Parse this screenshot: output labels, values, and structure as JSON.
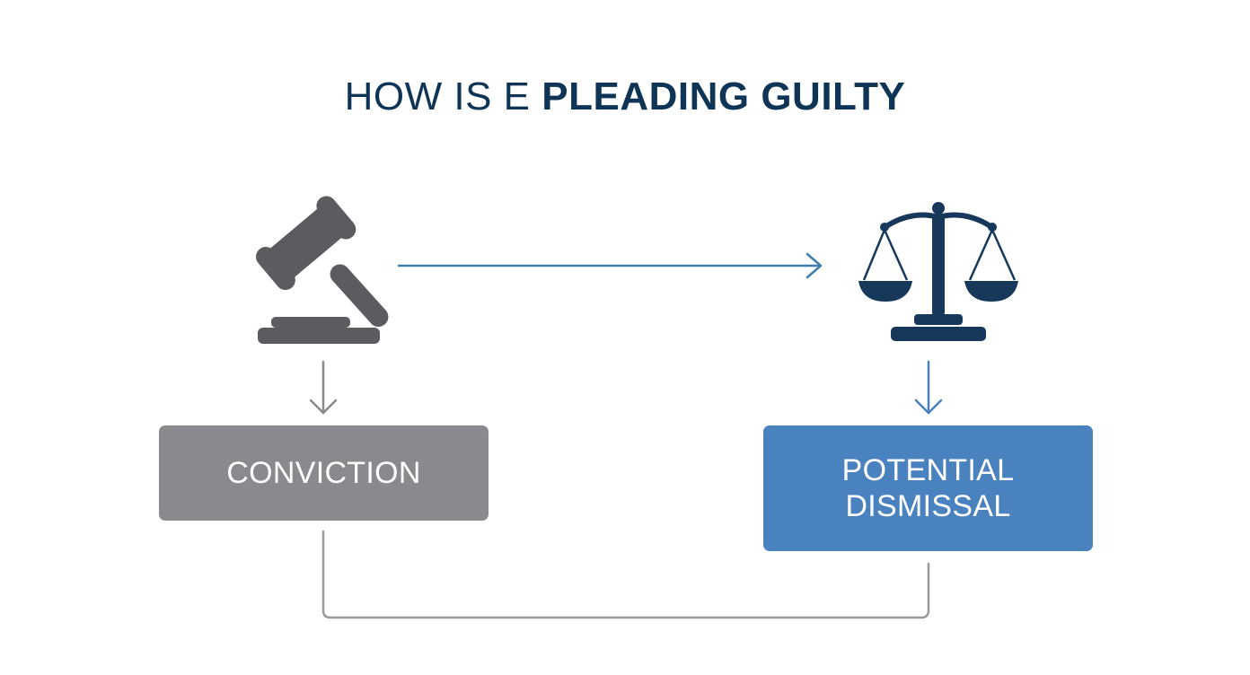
{
  "title": {
    "part1": "HOW IS E",
    "part2": "PLEADING GUILTY"
  },
  "nodes": {
    "conviction": {
      "label": "CONVICTION",
      "icon": "gavel-icon"
    },
    "dismissal": {
      "line1": "POTENTIAL",
      "line2": "DISMISSAL",
      "icon": "scales-icon"
    }
  },
  "colors": {
    "title": "#0f3556",
    "gavel": "#5b5c60",
    "scales": "#17385b",
    "conviction_box": "#8a898d",
    "dismissal_box": "#4a82bf",
    "arrow_horizontal": "#3f7eaf",
    "arrow_left": "#8a898d",
    "arrow_right": "#4a82bf",
    "bottom_connector": "#9a999d"
  }
}
